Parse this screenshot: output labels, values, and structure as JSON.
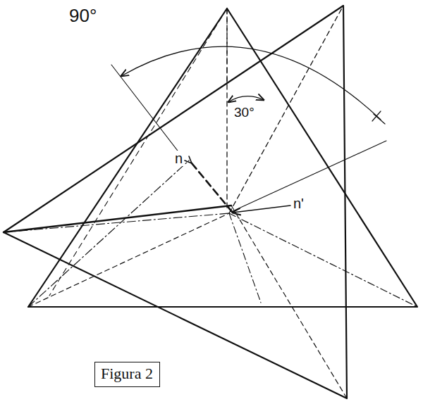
{
  "diagram": {
    "nodes": [
      {
        "text": [
          "Figura 2"
        ]
      }
    ],
    "labels": [
      "90°",
      "30°",
      "n",
      "n'"
    ]
  }
}
